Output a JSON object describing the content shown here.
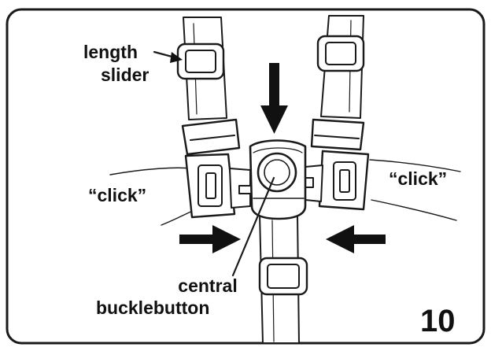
{
  "labels": {
    "length_slider": [
      "length",
      "slider"
    ],
    "click_left": "“click”",
    "click_right": "“click”",
    "central_buckle": [
      "central",
      "bucklebutton"
    ],
    "step_number": "10"
  },
  "colors": {
    "line": "#1a1a1a",
    "fill": "#ffffff",
    "shade": "#dcdcdc",
    "arrow": "#111111"
  },
  "icons": {
    "push_arrows": [
      "arrow-down-icon",
      "arrow-right-icon",
      "arrow-left-icon"
    ]
  }
}
